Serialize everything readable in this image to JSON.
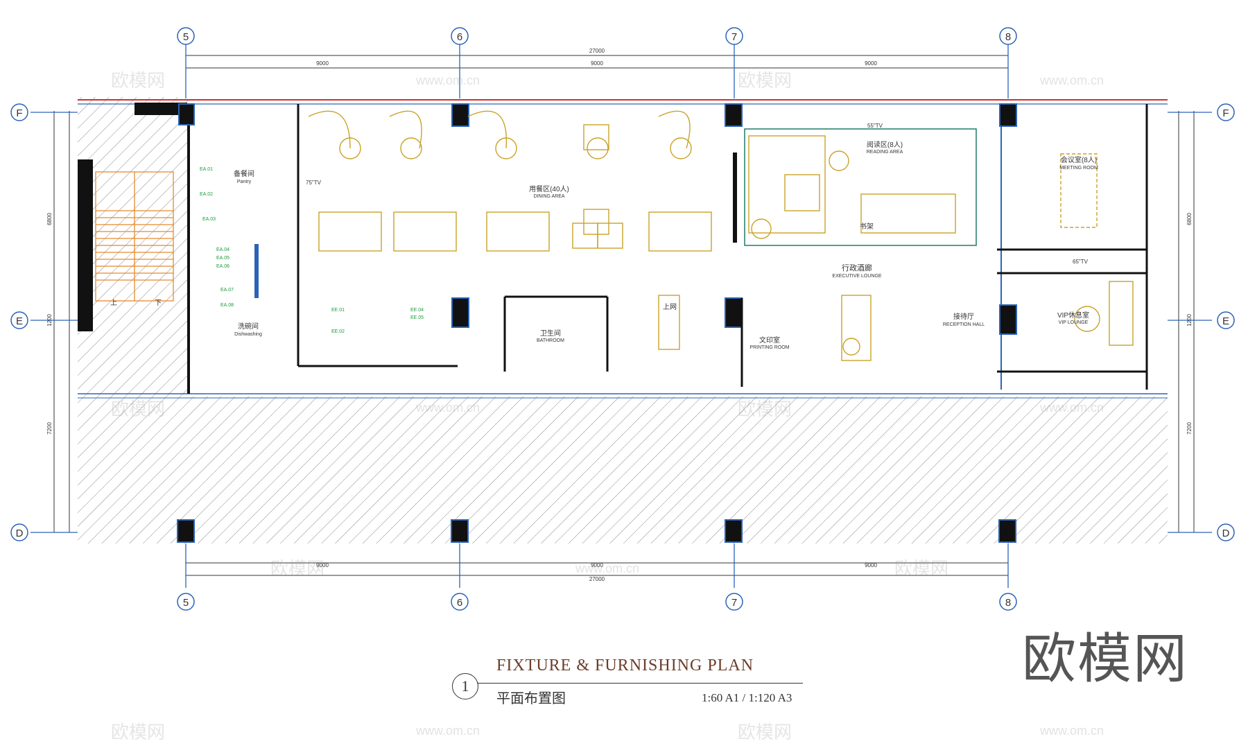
{
  "drawing": {
    "grid_columns": [
      "5",
      "6",
      "7",
      "8"
    ],
    "grid_rows": [
      "F",
      "E",
      "D"
    ],
    "dim_total": "27000",
    "dim_bays": [
      "9000",
      "9000",
      "9000"
    ],
    "dim_right": [
      "6800",
      "1200",
      "7200"
    ]
  },
  "rooms": {
    "dining": "用餐区(40人)",
    "dining_en": "DINING AREA",
    "reading": "阅读区(8人)",
    "reading_en": "READING AREA",
    "pantry": "备餐间",
    "pantry_en": "Pantry",
    "dishwashing": "洗碗间",
    "dishwashing_en": "Dishwashing",
    "executive": "行政酒廊",
    "executive_en": "EXECUTIVE LOUNGE",
    "bathroom": "卫生间",
    "bathroom_en": "BATHROOM",
    "printing": "文印室",
    "printing_en": "PRINTING ROOM",
    "reception": "接待厅",
    "reception_en": "RECEPTION HALL",
    "meeting": "会议室(8人)",
    "meeting_en": "MEETING ROOM",
    "vip": "VIP休息室",
    "vip_en": "VIP LOUNGE",
    "books": "书架",
    "up": "上",
    "down": "下",
    "tv75": "75\"TV",
    "tv55": "55\"TV",
    "tv65": "65\"TV",
    "shangwang": "上网"
  },
  "title_block": {
    "number": "1",
    "title": "FIXTURE & FURNISHING PLAN",
    "subtitle": "平面布置图",
    "scale": "1:60 A1 / 1:120 A3"
  },
  "watermark": {
    "logo": "欧模网",
    "url": "www.om.cn"
  },
  "colors": {
    "grid": "#2a63b8",
    "furniture": "#c9a227",
    "stair": "#e8892b",
    "wall": "#111111",
    "annotation": "#1a9b3c",
    "red_line": "#d03030",
    "hatch": "#777777",
    "title": "#6b3d2a"
  }
}
